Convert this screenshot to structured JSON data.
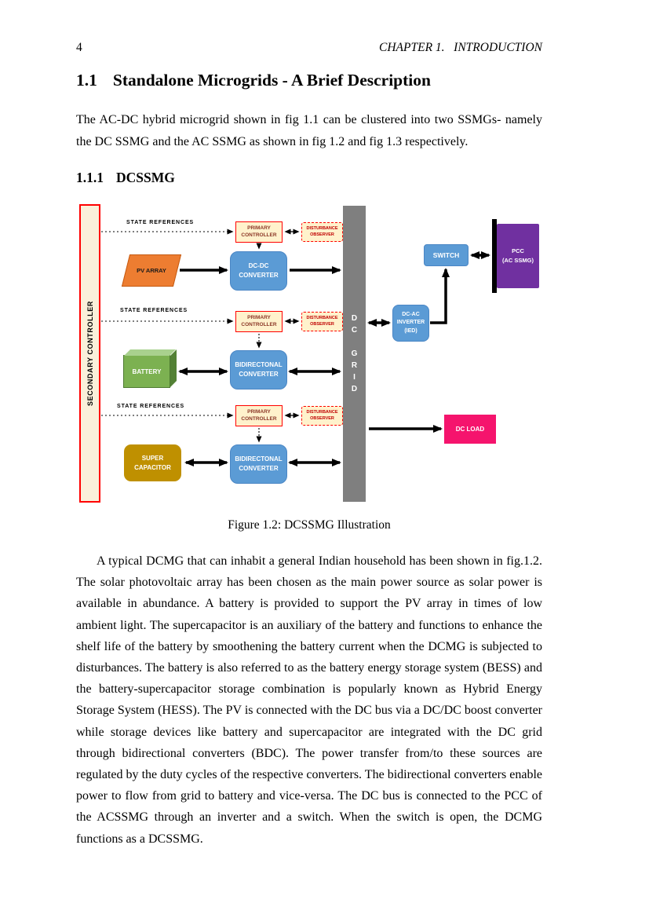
{
  "colors": {
    "converter_blue": "#5B9BD5",
    "pv_orange": "#ED7D31",
    "battery_green": "#7CB151",
    "supercap_gold": "#BF9000",
    "pcc_purple": "#7030A0",
    "dc_load_pink": "#F5146D",
    "dc_grid_gray": "#7F7F7F",
    "controller_cream": "#FFF2CC",
    "border_red": "#FF0000",
    "secondary_controller_fill": "#FAF0DA"
  },
  "header": {
    "page_number": "4",
    "chapter": "CHAPTER 1.   INTRODUCTION"
  },
  "section": {
    "number": "1.1",
    "title": "Standalone Microgrids - A Brief Description",
    "intro": "The AC-DC hybrid microgrid shown in fig 1.1 can be clustered into two SSMGs- namely the DC SSMG and the AC SSMG as shown in fig 1.2 and fig 1.3 respectively."
  },
  "subsection": {
    "number": "1.1.1",
    "title": "DCSSMG"
  },
  "figure": {
    "caption": "Figure 1.2: DCSSMG Illustration",
    "secondary_controller": "SECONDARY CONTROLLER",
    "dc_grid": "D\nC\n\nG\nR\nI\nD",
    "rows": [
      {
        "state_references": "STATE REFERENCES",
        "primary_controller": "PRIMARY\nCONTROLLER",
        "disturbance_observer": "DISTURBANCE\nOBSERVER",
        "source": "PV ARRAY",
        "converter": "DC-DC\nCONVERTER"
      },
      {
        "state_references": "STATE REFERENCES",
        "primary_controller": "PRIMARY\nCONTROLLER",
        "disturbance_observer": "DISTURBANCE\nOBSERVER",
        "source": "BATTERY",
        "converter": "BIDIRECTONAL\nCONVERTER"
      },
      {
        "state_references": "STATE REFERENCES",
        "primary_controller": "PRIMARY\nCONTROLLER",
        "disturbance_observer": "DISTURBANCE\nOBSERVER",
        "source": "SUPER\nCAPACITOR",
        "converter": "BIDIRECTONAL\nCONVERTER"
      }
    ],
    "dc_ac_inverter": "DC-AC\nINVERTER\n(IED)",
    "switch": "SWITCH",
    "pcc": "PCC\n(AC SSMG)",
    "dc_load": "DC LOAD"
  },
  "body": {
    "paragraph": "A typical DCMG that can inhabit a general Indian household has been shown in fig.1.2. The solar photovoltaic array has been chosen as the main power source as solar power is available in abundance. A battery is provided to support the PV array in times of low ambient light. The supercapacitor is an auxiliary of the battery and functions to enhance the shelf life of the battery by smoothening the battery current when the DCMG is subjected to disturbances. The battery is also referred to as the battery energy storage system (BESS) and the battery-supercapacitor storage combination is popularly known as Hybrid Energy Storage System (HESS). The PV is connected with the DC bus via a DC/DC boost converter while storage devices like battery and supercapacitor are integrated with the DC grid through bidirectional converters (BDC). The power transfer from/to these sources are regulated by the duty cycles of the respective converters. The bidirectional converters enable power to flow from grid to battery and vice-versa. The DC bus is connected to the PCC of the ACSSMG through an inverter and a switch. When the switch is open, the DCMG functions as a DCSSMG."
  }
}
